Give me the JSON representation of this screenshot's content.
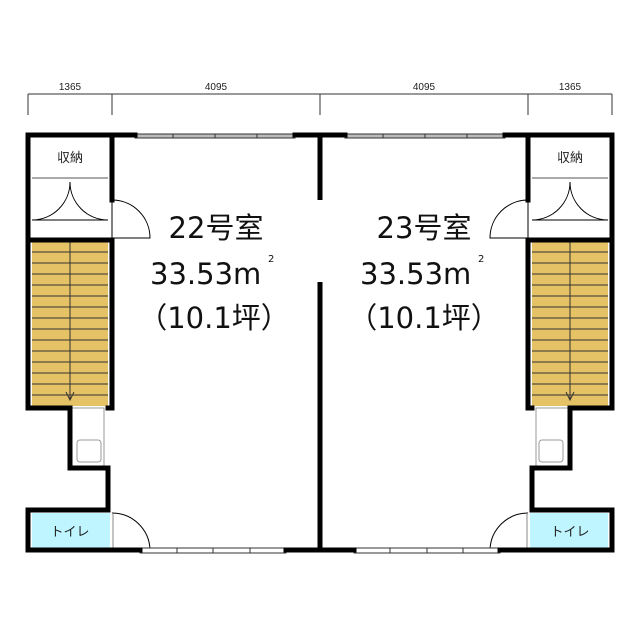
{
  "dimensions": [
    "1365",
    "4095",
    "4095",
    "1365"
  ],
  "units": [
    {
      "name": "22号室",
      "area": "33.53",
      "area_unit": "m",
      "area_sup": "2",
      "tsubo": "（10.1坪）"
    },
    {
      "name": "23号室",
      "area": "33.53",
      "area_unit": "m",
      "area_sup": "2",
      "tsubo": "（10.1坪）"
    }
  ],
  "labels": {
    "storage": "収納",
    "toilet": "トイレ"
  },
  "colors": {
    "stairs": "#e6c266",
    "toilet": "#bff5ff",
    "wall": "#000000"
  }
}
